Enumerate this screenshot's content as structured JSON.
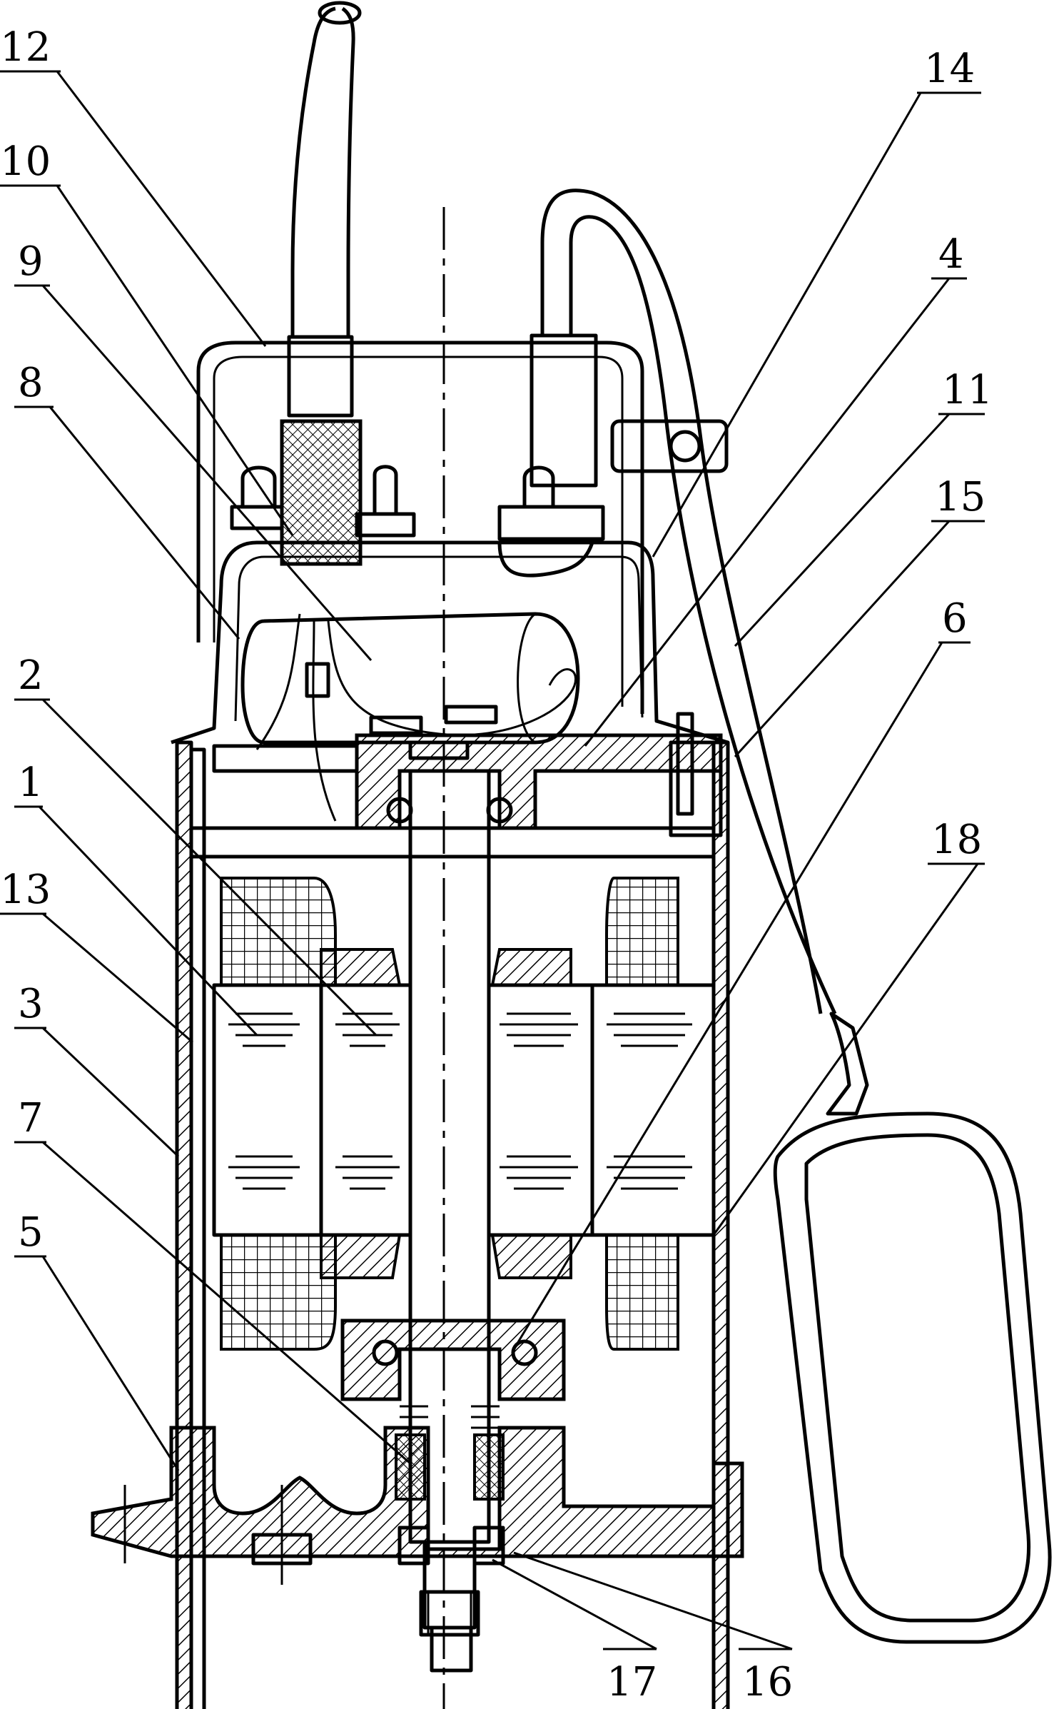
{
  "figure": {
    "labels": [
      {
        "id": "label-12",
        "text": "12"
      },
      {
        "id": "label-10",
        "text": "10"
      },
      {
        "id": "label-9",
        "text": "9"
      },
      {
        "id": "label-8",
        "text": "8"
      },
      {
        "id": "label-2",
        "text": "2"
      },
      {
        "id": "label-1",
        "text": "1"
      },
      {
        "id": "label-13",
        "text": "13"
      },
      {
        "id": "label-3",
        "text": "3"
      },
      {
        "id": "label-7",
        "text": "7"
      },
      {
        "id": "label-5",
        "text": "5"
      },
      {
        "id": "label-14",
        "text": "14"
      },
      {
        "id": "label-4",
        "text": "4"
      },
      {
        "id": "label-11",
        "text": "11"
      },
      {
        "id": "label-15",
        "text": "15"
      },
      {
        "id": "label-6",
        "text": "6"
      },
      {
        "id": "label-18",
        "text": "18"
      },
      {
        "id": "label-17",
        "text": "17"
      },
      {
        "id": "label-16",
        "text": "16"
      }
    ],
    "components": [
      "power-cable",
      "float-switch-cable",
      "handle",
      "motor-cover",
      "capacitor",
      "cable-gland",
      "top-bearing-seat",
      "rotor-shaft",
      "stator-core",
      "stator-windings",
      "rotor-core",
      "outer-housing",
      "tie-bolt",
      "bottom-bearing-seat",
      "mechanical-seal",
      "pump-base",
      "oil-seal",
      "shaft-nut",
      "float-switch"
    ]
  }
}
